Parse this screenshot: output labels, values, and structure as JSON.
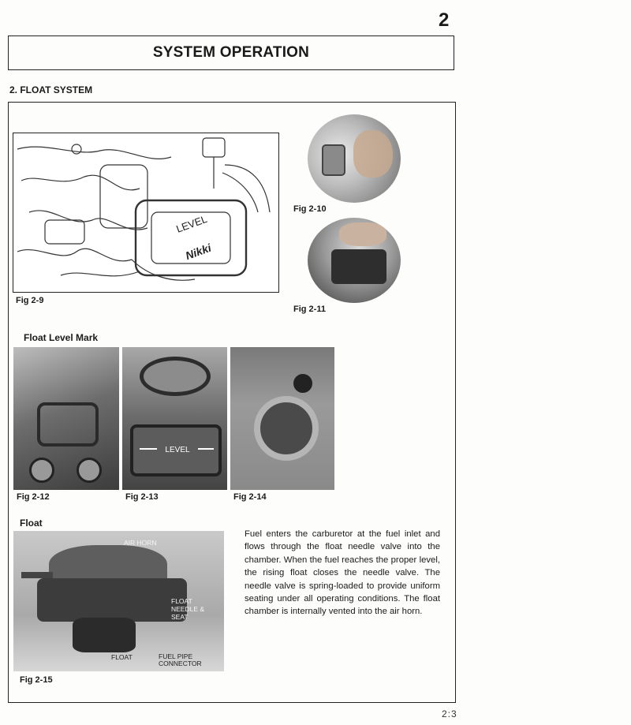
{
  "chapter_number": "2",
  "page_title": "SYSTEM OPERATION",
  "section_heading": "2. FLOAT SYSTEM",
  "figures": {
    "fig_2_9": {
      "caption": "Fig 2-9",
      "labels": [
        "LEVEL",
        "Nikki"
      ]
    },
    "fig_2_10": {
      "caption": "Fig 2-10"
    },
    "fig_2_11": {
      "caption": "Fig 2-11"
    },
    "fig_2_12": {
      "caption": "Fig 2-12"
    },
    "fig_2_13": {
      "caption": "Fig 2-13",
      "labels": [
        "LEVEL"
      ]
    },
    "fig_2_14": {
      "caption": "Fig 2-14"
    },
    "fig_2_15": {
      "caption": "Fig 2-15",
      "labels": [
        "AIR HORN",
        "FLOAT",
        "NEEDLE &",
        "SEAT",
        "FLOAT",
        "FUEL PIPE",
        "CONNECTOR"
      ]
    }
  },
  "subheadings": {
    "float_level_mark": "Float Level Mark",
    "float": "Float"
  },
  "body_text": "Fuel enters the carburetor at the fuel inlet and flows through the float needle valve into the chamber.  When the fuel reaches the proper level, the rising float closes the needle valve. The needle valve is spring-loaded to provide uniform seating under all operating conditions. The float chamber is internally vented into the air horn.",
  "footer": "2:3"
}
